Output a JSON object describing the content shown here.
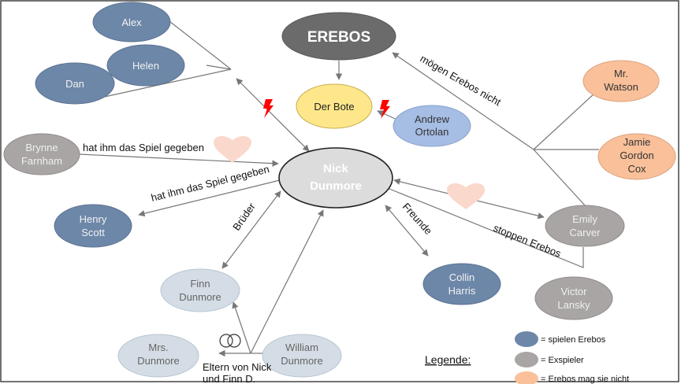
{
  "nodes": {
    "erebos": "EREBOS",
    "bote": "Der Bote",
    "nick": [
      "Nick",
      "Dunmore"
    ],
    "alex": "Alex",
    "helen": "Helen",
    "dan": "Dan",
    "andrew": [
      "Andrew",
      "Ortolan"
    ],
    "watson": [
      "Mr.",
      "Watson"
    ],
    "jamie": [
      "Jamie",
      "Gordon",
      "Cox"
    ],
    "brynne": [
      "Brynne",
      "Farnham"
    ],
    "henry": [
      "Henry",
      "Scott"
    ],
    "emily": [
      "Emily",
      "Carver"
    ],
    "victor": [
      "Victor",
      "Lansky"
    ],
    "collin": [
      "Collin",
      "Harris"
    ],
    "finn": [
      "Finn",
      "Dunmore"
    ],
    "mrs": [
      "Mrs.",
      "Dunmore"
    ],
    "william": [
      "William",
      "Dunmore"
    ]
  },
  "edge_labels": {
    "brynne": "hat ihm das Spiel gegeben",
    "henry": "hat ihm das Spiel gegeben",
    "brueder": "Brüder",
    "freunde": "Freunde",
    "stoppen": "stoppen Erebos",
    "moegen_nicht": "mögen Erebos nicht",
    "eltern": [
      "Eltern von Nick",
      "und Finn D."
    ]
  },
  "legend": {
    "title": "Legende:",
    "items": [
      {
        "label": "= spielen Erebos",
        "color": "#6d87a8"
      },
      {
        "label": "= Exspieler",
        "color": "#a8a5a4"
      },
      {
        "label": "= Erebos mag sie nicht",
        "color": "#f9c09a"
      }
    ]
  },
  "colors": {
    "player": "#6d87a8",
    "ex_player": "#a8a5a4",
    "dislike": "#f9c09a",
    "erebos": "#6b6b6b",
    "bote": "#fde78a",
    "andrew": "#a6bde4",
    "family": "#d4dde5",
    "nick": "#dcdcdc",
    "heart": "#fbd8cc",
    "lightning": "#ff0000"
  },
  "icons": [
    "heart-icon",
    "lightning-icon",
    "rings-icon"
  ]
}
